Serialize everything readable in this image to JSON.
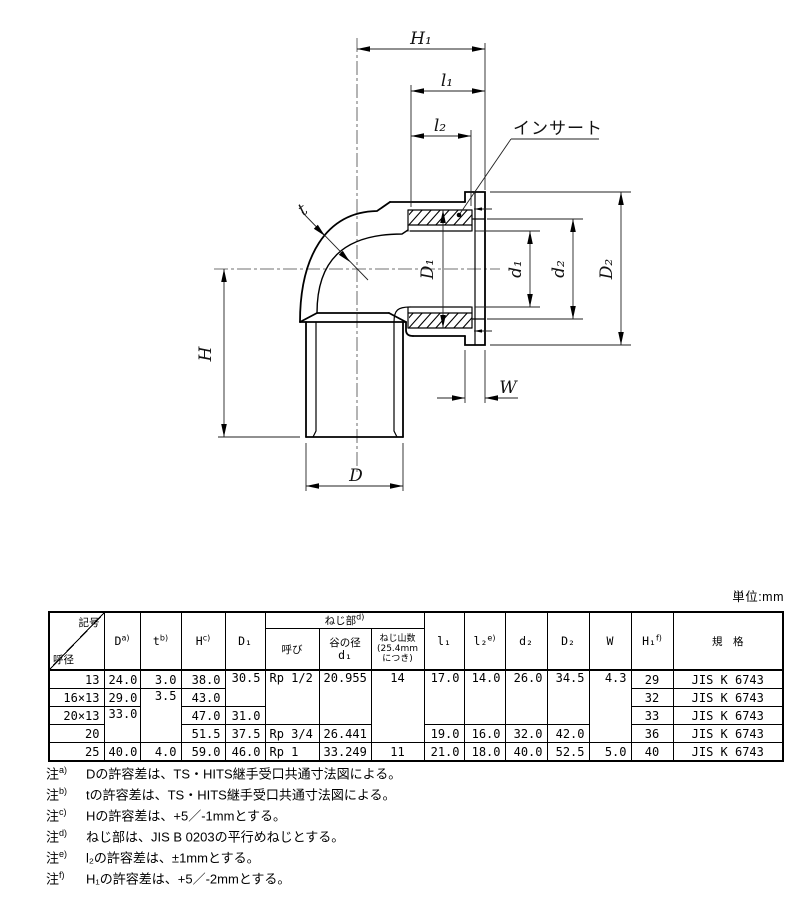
{
  "unit_label": "単位:mm",
  "drawing": {
    "labels": {
      "h1": "H₁",
      "l1": "l₁",
      "l2": "l₂",
      "insert": "インサート",
      "t": "t",
      "H": "H",
      "D": "D",
      "W": "W",
      "D1": "D₁",
      "d1": "d₁",
      "d2": "d₂",
      "D2": "D₂"
    }
  },
  "table": {
    "header": {
      "corner_top": "記号",
      "corner_bottom": "呼径",
      "D": {
        "label": "D",
        "sup": "a)"
      },
      "t": {
        "label": "t",
        "sup": "b)"
      },
      "H": {
        "label": "H",
        "sup": "c)"
      },
      "D1": {
        "label": "D₁",
        "sup": ""
      },
      "neji": {
        "label": "ねじ部",
        "sup": "d)"
      },
      "yobi": "呼び",
      "tani_line1": "谷の径",
      "tani_line2": "d₁",
      "yama_line1": "ねじ山数",
      "yama_line2": "(25.4mm",
      "yama_line3": "につき)",
      "l1": {
        "label": "l₁",
        "sup": ""
      },
      "l2": {
        "label": "l₂",
        "sup": "e)"
      },
      "d2": "d₂",
      "D2": "D₂",
      "W": "W",
      "H1": {
        "label": "H₁",
        "sup": "f)"
      },
      "kikaku": "規　格"
    },
    "rows": [
      [
        "13",
        "24.0",
        "3.0",
        "38.0",
        "30.5",
        "Rp 1/2",
        "20.955",
        "14",
        "17.0",
        "14.0",
        "26.0",
        "34.5",
        "4.3",
        "29",
        "JIS K 6743"
      ],
      [
        "16×13",
        "29.0",
        "3.5",
        "43.0",
        "32",
        "JIS K 6743"
      ],
      [
        "20×13",
        "33.0",
        "47.0",
        "31.0",
        "33",
        "JIS K 6743"
      ],
      [
        "20",
        "51.5",
        "37.5",
        "Rp 3/4",
        "26.441",
        "19.0",
        "16.0",
        "32.0",
        "42.0",
        "36",
        "JIS K 6743"
      ],
      [
        "25",
        "40.0",
        "4.0",
        "59.0",
        "46.0",
        "Rp 1",
        "33.249",
        "11",
        "21.0",
        "18.0",
        "40.0",
        "52.5",
        "5.0",
        "40",
        "JIS K 6743"
      ]
    ]
  },
  "notes": {
    "prefix": "注",
    "items": [
      {
        "sup": "a)",
        "text": "Dの許容差は、TS・HITS継手受口共通寸法図による。"
      },
      {
        "sup": "b)",
        "text": "tの許容差は、TS・HITS継手受口共通寸法図による。"
      },
      {
        "sup": "c)",
        "text": "Hの許容差は、+5／-1mmとする。"
      },
      {
        "sup": "d)",
        "text": "ねじ部は、JIS B 0203の平行めねじとする。"
      },
      {
        "sup": "e)",
        "text": "l₂の許容差は、±1mmとする。"
      },
      {
        "sup": "f)",
        "text": "H₁の許容差は、+5／-2mmとする。"
      }
    ]
  }
}
